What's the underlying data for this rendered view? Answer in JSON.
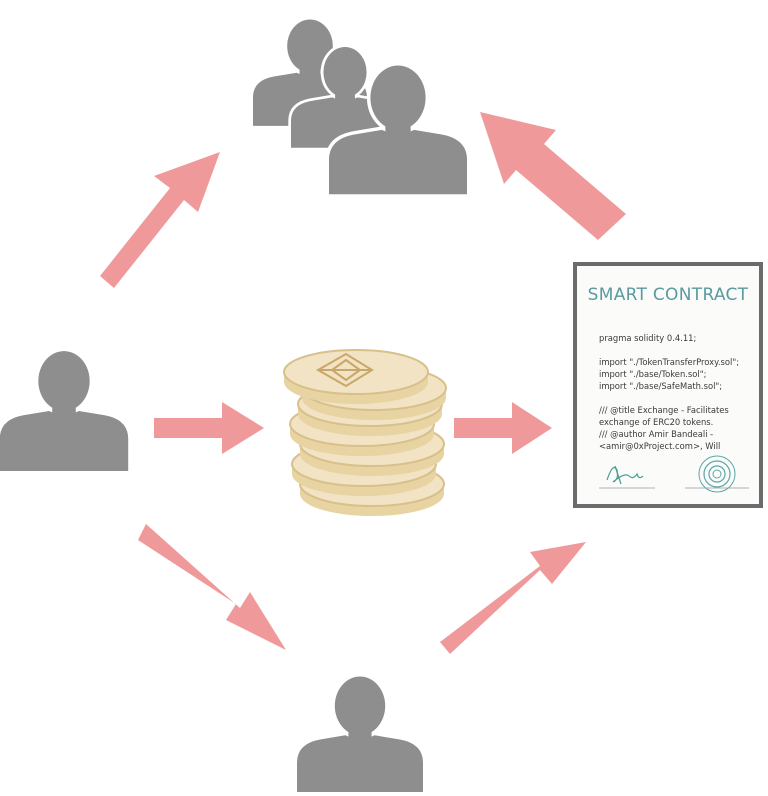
{
  "contract": {
    "title": "SMART CONTRACT",
    "code_lines": [
      "pragma solidity 0.4.11;",
      "",
      "import \"./TokenTransferProxy.sol\";",
      "import \"./base/Token.sol\";",
      "import \"./base/SafeMath.sol\";",
      "",
      "/// @title Exchange - Facilitates",
      "exchange of ERC20 tokens.",
      "/// @author Amir Bandeali -",
      "<amir@0xProject.com>, Will"
    ]
  },
  "colors": {
    "arrow": "#f0999a",
    "person": "#8e8e8e",
    "coin_face": "#f1e3c3",
    "coin_edge": "#d8c08a",
    "coin_logo": "#c9a76a",
    "contract_title": "#5a9aa0",
    "contract_border": "#6b6b6b",
    "seal": "#5aa7a7",
    "signature": "#4a9e97"
  },
  "icons": {
    "group": "people-group-icon",
    "sender": "person-icon",
    "receiver": "person-icon",
    "coins": "coin-stack-icon",
    "seal": "seal-icon",
    "signature": "signature-icon"
  }
}
